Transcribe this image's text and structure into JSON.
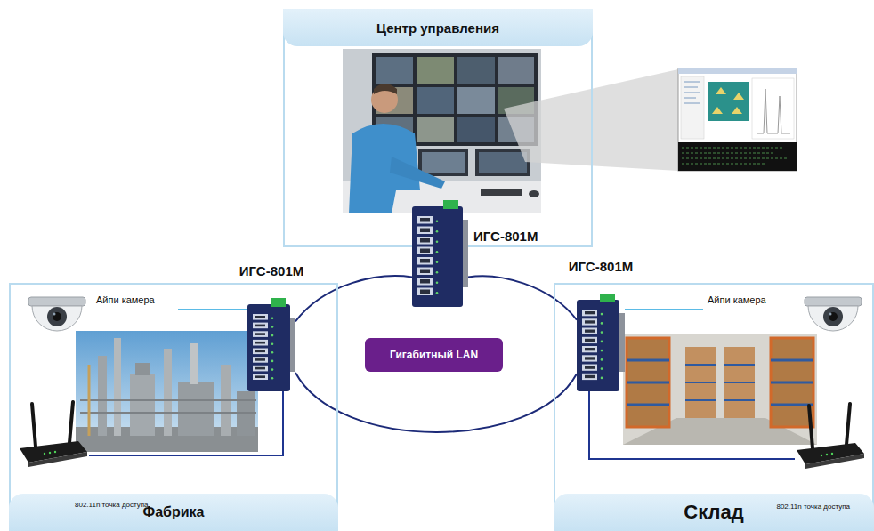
{
  "diagram": {
    "nodes": [
      {
        "text": [
          "Центр управления"
        ]
      },
      {
        "text": [
          "ИГС-801M"
        ]
      },
      {
        "text": [
          "Фабрика"
        ]
      },
      {
        "text": [
          "ИГС-801M"
        ],
        "in": 2
      },
      {
        "text": [
          "Айпи камера"
        ],
        "in": 2
      },
      {
        "text": [
          "802.11n точка доступа"
        ],
        "in": 2
      },
      {
        "text": [
          "Гигабитный LAN"
        ]
      },
      {
        "text": [
          "Склад"
        ]
      },
      {
        "text": [
          "ИГС-801M"
        ],
        "in": 7
      },
      {
        "text": [
          "Айпи камера"
        ],
        "in": 7
      },
      {
        "text": [
          "802.11n точка доступа"
        ],
        "in": 7
      }
    ],
    "edges": [
      {
        "from": 3,
        "to": 1,
        "arrow": "none"
      },
      {
        "from": 1,
        "to": 8,
        "arrow": "none"
      },
      {
        "from": 8,
        "to": 3,
        "arrow": "none"
      },
      {
        "from": 4,
        "to": 3,
        "arrow": "none"
      },
      {
        "from": 5,
        "to": 3,
        "arrow": "none"
      },
      {
        "from": 9,
        "to": 8,
        "arrow": "none"
      },
      {
        "from": 10,
        "to": 8,
        "arrow": "none"
      }
    ]
  }
}
